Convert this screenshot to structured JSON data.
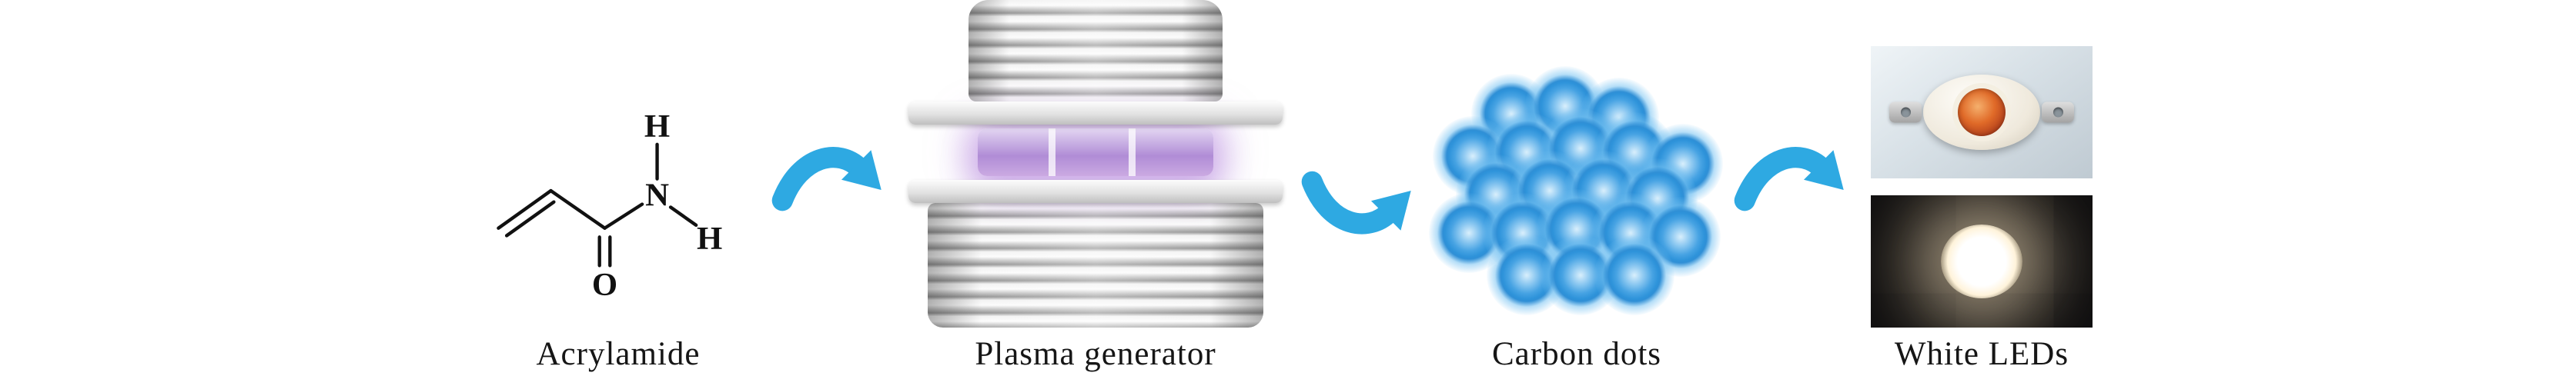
{
  "figure": {
    "captions": {
      "acrylamide": "Acrylamide",
      "plasma": "Plasma generator",
      "dots": "Carbon dots",
      "leds": "White LEDs"
    },
    "molecule": {
      "n": "N",
      "o": "O",
      "h_top": "H",
      "h_side": "H"
    },
    "colors": {
      "arrow": "#2EA9E2",
      "carbon_dot": "#2E93DA",
      "plasma_glow": "#B08CD6"
    }
  }
}
